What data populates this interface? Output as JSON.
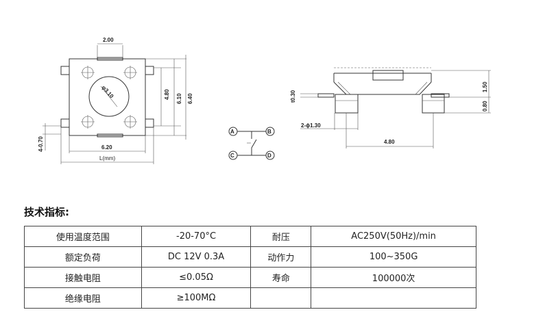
{
  "drawing": {
    "top_view": {
      "dim_width_top": "2.00",
      "dim_diameter": "φ3.10",
      "dim_height_inner": "4.80",
      "dim_height_mid": "6.10",
      "dim_height_outer": "6.40",
      "dim_lead": "4-0.70",
      "dim_width_bottom": "6.20",
      "length_label": "L(mm)"
    },
    "circuit": {
      "terminal_a": "A",
      "terminal_b": "B",
      "terminal_c": "C",
      "terminal_d": "D"
    },
    "side_view": {
      "dim_left_height": "t0.30",
      "dim_pin": "2-ϕ1.30",
      "dim_span": "4.80",
      "dim_right_top": "1.50",
      "dim_right_bottom": "0.80"
    }
  },
  "specs": {
    "title": "技术指标:",
    "rows": [
      [
        "使用温度范围",
        "-20-70°C",
        "耐压",
        "AC250V(50Hz)/min"
      ],
      [
        "额定负荷",
        "DC 12V 0.3A",
        "动作力",
        "100~350G"
      ],
      [
        "接触电阻",
        "≤0.05Ω",
        "寿命",
        "100000次"
      ],
      [
        "绝缘电阻",
        "≥100MΩ",
        "",
        ""
      ]
    ]
  }
}
